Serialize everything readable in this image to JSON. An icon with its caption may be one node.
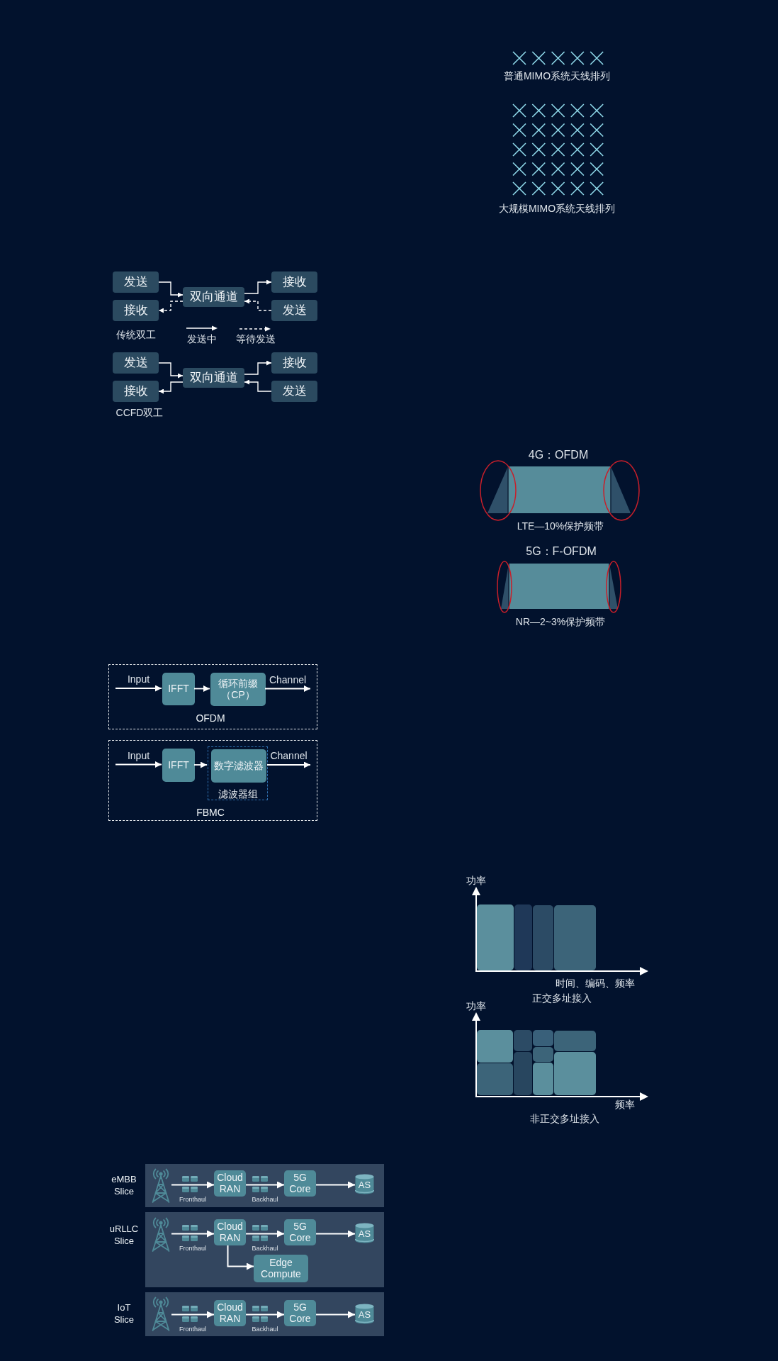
{
  "diagram": {
    "nodes": [
      {
        "text": [
          "发送"
        ]
      },
      {
        "text": [
          "双向通道"
        ]
      },
      {
        "text": [
          "接收"
        ]
      },
      {
        "text": [
          "接收"
        ]
      },
      {
        "text": [
          "发送"
        ]
      },
      {
        "text": [
          "发送"
        ]
      },
      {
        "text": [
          "双向通道"
        ]
      },
      {
        "text": [
          "接收"
        ]
      },
      {
        "text": [
          "接收"
        ]
      },
      {
        "text": [
          "发送"
        ]
      },
      {
        "text": [
          "OFDM"
        ]
      },
      {
        "text": [
          "IFFT"
        ],
        "in": 10
      },
      {
        "text": [
          "循环前缀（CP）"
        ],
        "in": 10
      },
      {
        "text": [
          "FBMC"
        ]
      },
      {
        "text": [
          "IFFT"
        ],
        "in": 13
      },
      {
        "text": [
          "滤波器组"
        ],
        "in": 13
      },
      {
        "text": [
          "数字滤波器"
        ],
        "in": 15
      },
      {
        "text": [
          "eMBB Slice"
        ]
      },
      {
        "text": [],
        "shape": "tower",
        "in": 17
      },
      {
        "text": [
          "Cloud RAN"
        ],
        "in": 17
      },
      {
        "text": [
          "5G Core"
        ],
        "in": 17
      },
      {
        "text": [
          "AS"
        ],
        "in": 17
      },
      {
        "text": [
          "uRLLC Slice"
        ]
      },
      {
        "text": [],
        "shape": "tower",
        "in": 22
      },
      {
        "text": [
          "Cloud RAN"
        ],
        "in": 22
      },
      {
        "text": [
          "5G Core"
        ],
        "in": 22
      },
      {
        "text": [
          "AS"
        ],
        "in": 22
      },
      {
        "text": [
          "Edge Compute"
        ],
        "in": 22
      },
      {
        "text": [
          "IoT Slice"
        ]
      },
      {
        "text": [],
        "shape": "tower",
        "in": 28
      },
      {
        "text": [
          "Cloud RAN"
        ],
        "in": 28
      },
      {
        "text": [
          "5G Core"
        ],
        "in": 28
      },
      {
        "text": [
          "AS"
        ],
        "in": 28
      }
    ],
    "edges": [
      {
        "from": 0,
        "to": 1,
        "arrow": "to"
      },
      {
        "from": 1,
        "to": 3,
        "arrow": "to",
        "style": "dashed"
      },
      {
        "from": 1,
        "to": 2,
        "arrow": "to"
      },
      {
        "from": 4,
        "to": 1,
        "arrow": "to",
        "style": "dashed"
      },
      {
        "from": 5,
        "to": 6,
        "arrow": "to"
      },
      {
        "from": 6,
        "to": 8,
        "arrow": "to"
      },
      {
        "from": 6,
        "to": 7,
        "arrow": "to"
      },
      {
        "from": 9,
        "to": 6,
        "arrow": "to"
      },
      {
        "from": null,
        "to": 11,
        "arrow": "to",
        "label": "Input"
      },
      {
        "from": 11,
        "to": 12,
        "arrow": "to"
      },
      {
        "from": 12,
        "to": null,
        "arrow": "to",
        "label": "Channel"
      },
      {
        "from": null,
        "to": 14,
        "arrow": "to",
        "label": "Input"
      },
      {
        "from": 14,
        "to": 15,
        "arrow": "to"
      },
      {
        "from": 15,
        "to": null,
        "arrow": "to",
        "label": "Channel"
      },
      {
        "from": 18,
        "to": 19,
        "arrow": "to",
        "label": "Fronthaul"
      },
      {
        "from": 19,
        "to": 20,
        "arrow": "to",
        "label": "Backhaul"
      },
      {
        "from": 20,
        "to": 21,
        "arrow": "to"
      },
      {
        "from": 23,
        "to": 24,
        "arrow": "to",
        "label": "Fronthaul"
      },
      {
        "from": 24,
        "to": 25,
        "arrow": "to",
        "label": "Backhaul"
      },
      {
        "from": 25,
        "to": 26,
        "arrow": "to"
      },
      {
        "from": 24,
        "to": 27,
        "arrow": "to"
      },
      {
        "from": 29,
        "to": 30,
        "arrow": "to",
        "label": "Fronthaul"
      },
      {
        "from": 30,
        "to": 31,
        "arrow": "to",
        "label": "Backhaul"
      },
      {
        "from": 31,
        "to": 32,
        "arrow": "to"
      }
    ],
    "labels": [
      "普通MIMO系统天线排列",
      "大规模MIMO系统天线排列",
      "传统双工",
      "CCFD双工",
      "4G：OFDM",
      "LTE—10%保护频带",
      "5G：F-OFDM",
      "NR—2~3%保护频带",
      "功率",
      "时间、编码、频率",
      "正交多址接入",
      "功率",
      "频率",
      "非正交多址接入"
    ],
    "legend": [
      {
        "text": "发送中"
      },
      {
        "text": "等待发送"
      }
    ]
  }
}
